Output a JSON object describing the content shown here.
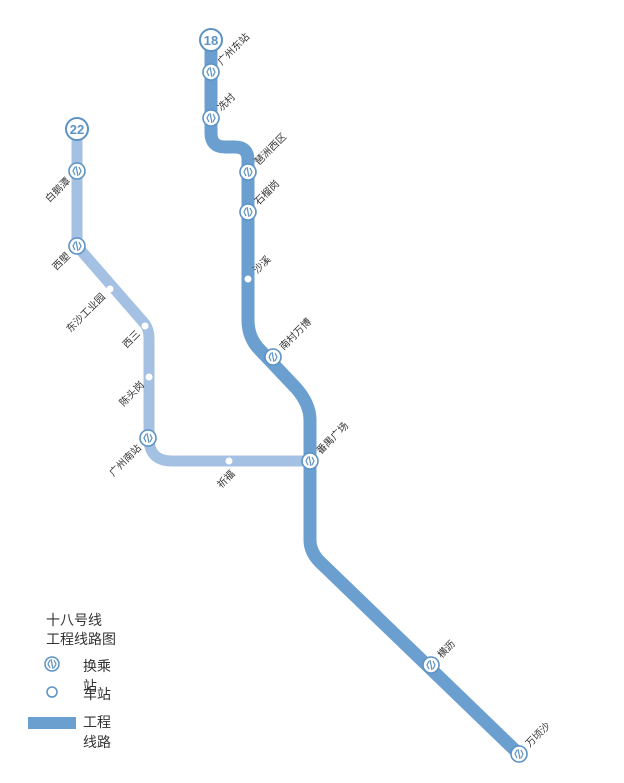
{
  "colors": {
    "line18": "#6a9fcf",
    "line22": "#a4c0e2",
    "station_stroke": "#5c92c4",
    "text": "#333333"
  },
  "lines": [
    {
      "badge": "18",
      "stations": [
        {
          "name": "广州东站",
          "type": "interchange"
        },
        {
          "name": "冼村",
          "type": "interchange"
        },
        {
          "name": "琶洲西区",
          "type": "interchange"
        },
        {
          "name": "石榴岗",
          "type": "interchange"
        },
        {
          "name": "沙溪",
          "type": "station"
        },
        {
          "name": "南村万博",
          "type": "interchange"
        },
        {
          "name": "番禺广场",
          "type": "interchange"
        },
        {
          "name": "横沥",
          "type": "interchange"
        },
        {
          "name": "万顷沙",
          "type": "interchange"
        }
      ]
    },
    {
      "badge": "22",
      "stations": [
        {
          "name": "白鹅潭",
          "type": "interchange"
        },
        {
          "name": "西塱",
          "type": "interchange"
        },
        {
          "name": "东沙工业园",
          "type": "station"
        },
        {
          "name": "西三",
          "type": "station"
        },
        {
          "name": "陈头岗",
          "type": "station"
        },
        {
          "name": "广州南站",
          "type": "interchange"
        },
        {
          "name": "祈福",
          "type": "station"
        },
        {
          "name": "番禺广场",
          "type": "interchange"
        }
      ]
    }
  ],
  "legend": {
    "title_line1": "十八号线",
    "title_line2": "工程线路图",
    "interchange_label": "换乘站",
    "station_label": "车站",
    "route_label": "工程线路"
  }
}
